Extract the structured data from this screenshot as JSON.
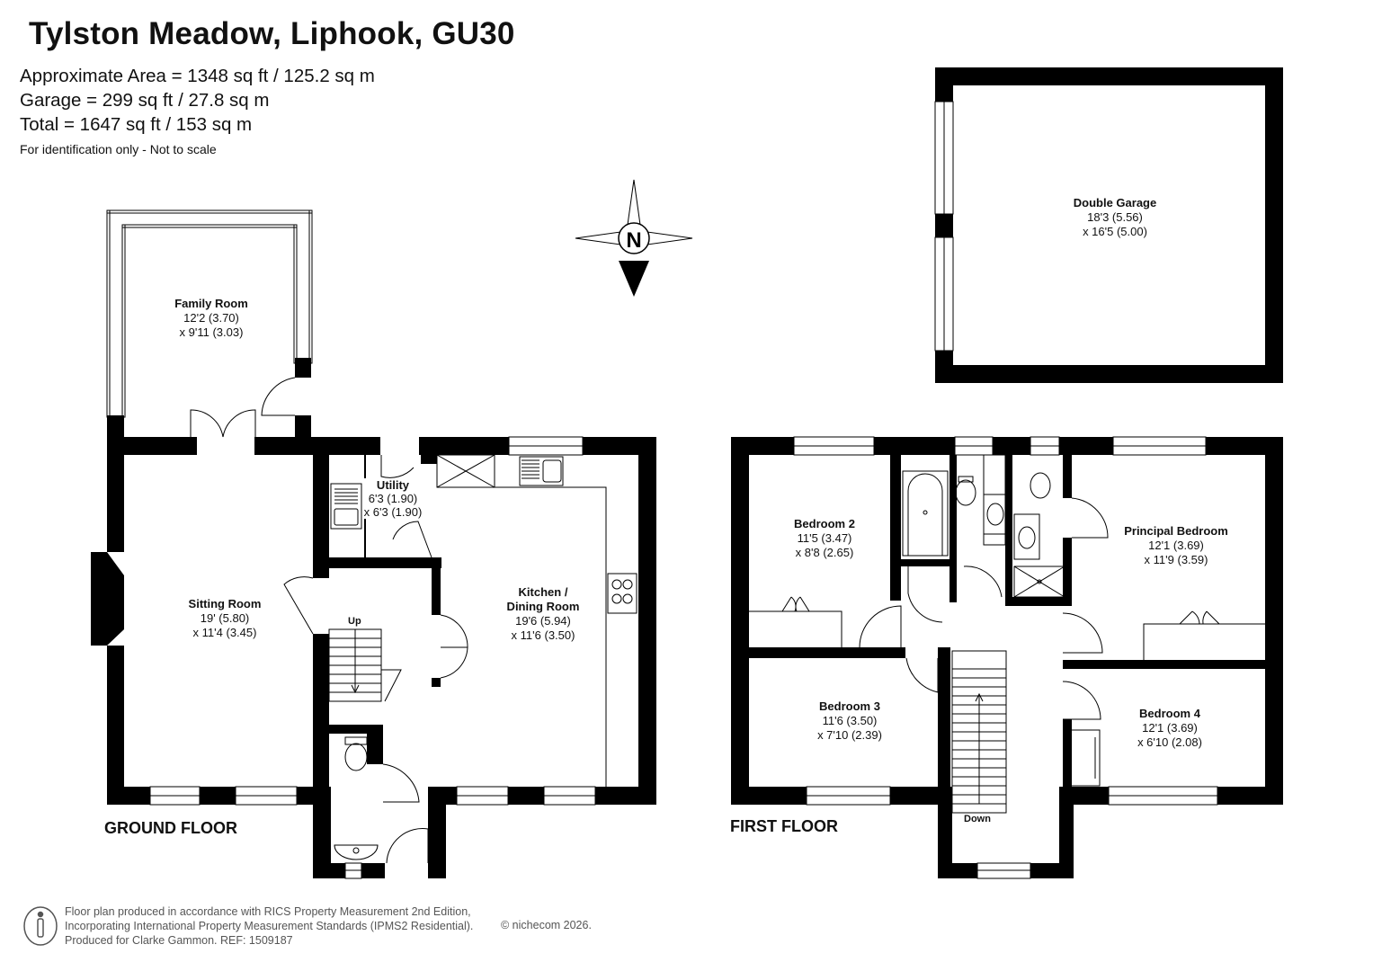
{
  "header": {
    "title": "Tylston Meadow, Liphook, GU30",
    "area_lines": [
      "Approximate Area = 1348 sq ft / 125.2 sq m",
      "Garage = 299  sq ft / 27.8 sq m",
      "Total = 1647 sq ft / 153 sq m"
    ],
    "note": "For identification only - Not to scale"
  },
  "compass": {
    "letter": "N"
  },
  "floors": {
    "ground": {
      "label": "GROUND FLOOR",
      "rooms": [
        {
          "name": "Family Room",
          "line1": "12'2 (3.70)",
          "line2": "x 9'11 (3.03)"
        },
        {
          "name": "Sitting Room",
          "line1": "19' (5.80)",
          "line2": "x 11'4 (3.45)"
        },
        {
          "name": "Utility",
          "line1": "6'3 (1.90)",
          "line2": "x 6'3 (1.90)"
        },
        {
          "name": "Kitchen /",
          "name2": "Dining Room",
          "line1": "19'6 (5.94)",
          "line2": "x 11'6 (3.50)"
        }
      ],
      "stairs_label": "Up"
    },
    "first": {
      "label": "FIRST FLOOR",
      "rooms": [
        {
          "name": "Bedroom 2",
          "line1": "11'5 (3.47)",
          "line2": "x 8'8 (2.65)"
        },
        {
          "name": "Principal Bedroom",
          "line1": "12'1 (3.69)",
          "line2": "x 11'9 (3.59)"
        },
        {
          "name": "Bedroom 3",
          "line1": "11'6 (3.50)",
          "line2": "x 7'10 (2.39)"
        },
        {
          "name": "Bedroom 4",
          "line1": "12'1 (3.69)",
          "line2": "x 6'10 (2.08)"
        }
      ],
      "stairs_label": "Down"
    },
    "garage": {
      "rooms": [
        {
          "name": "Double Garage",
          "line1": "18'3 (5.56)",
          "line2": "x 16'5 (5.00)"
        }
      ]
    }
  },
  "footer": {
    "lines": [
      "Floor plan produced in accordance with RICS Property Measurement 2nd Edition,",
      "Incorporating International Property Measurement Standards (IPMS2 Residential).",
      "Produced for Clarke Gammon.   REF:  1509187"
    ],
    "copyright": "© nichecom 2026."
  }
}
